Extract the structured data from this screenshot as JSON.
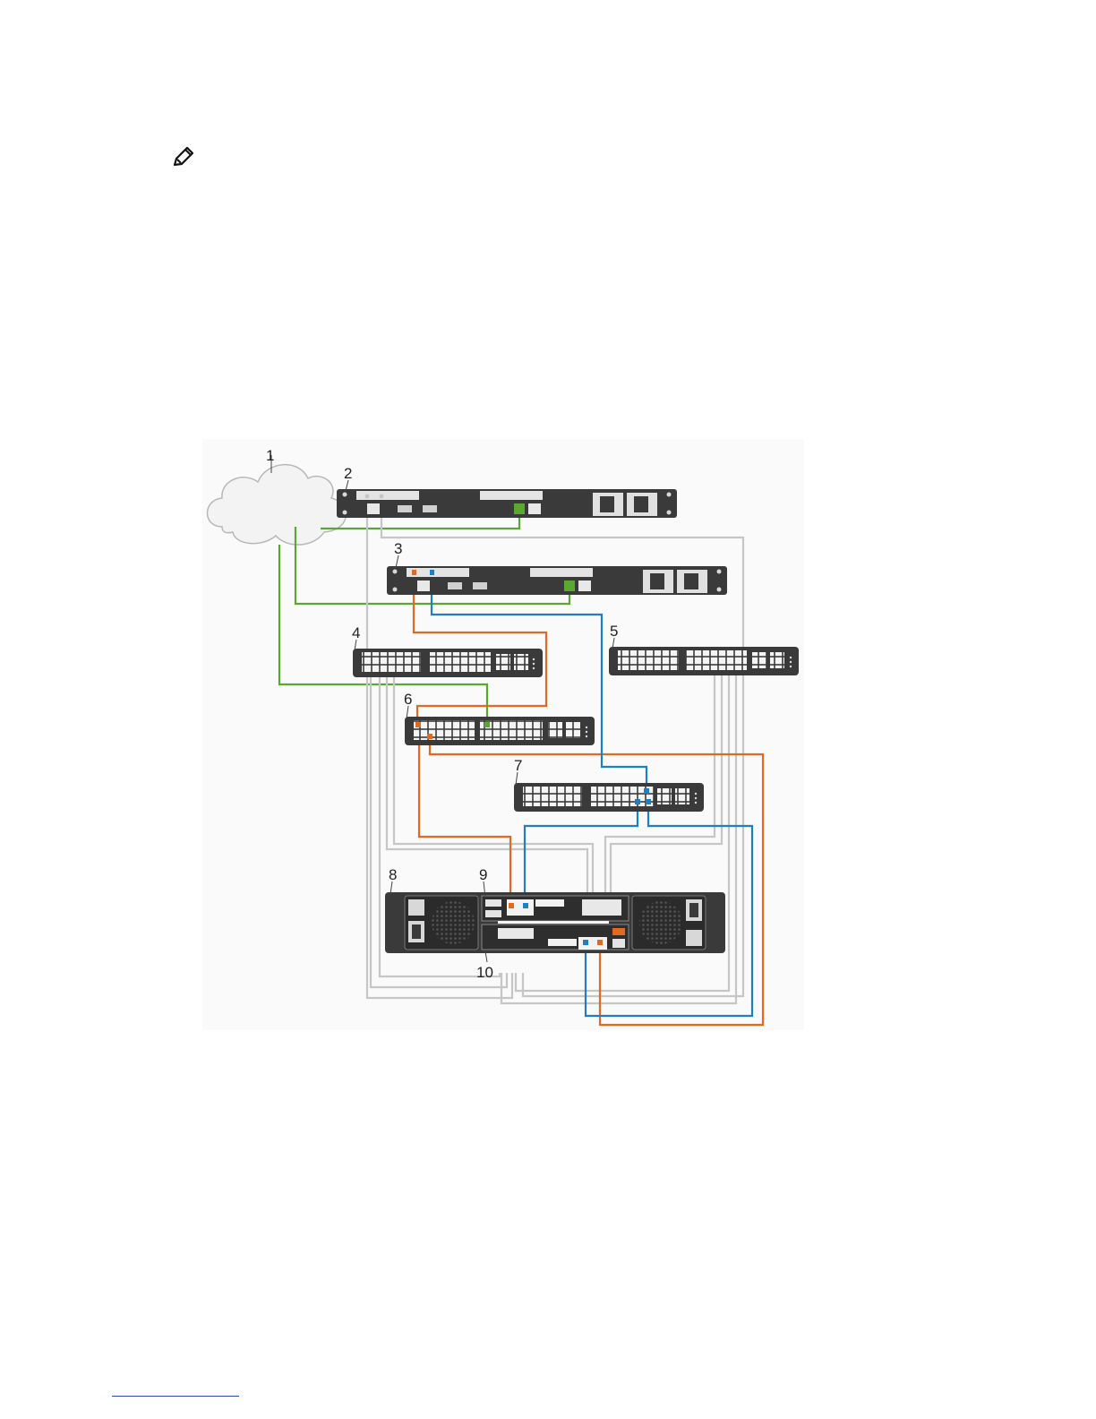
{
  "note": {
    "icon": "pencil-note-icon"
  },
  "diagram": {
    "callouts": [
      "1",
      "2",
      "3",
      "4",
      "5",
      "6",
      "7",
      "8",
      "9",
      "10"
    ],
    "cable_colors": {
      "management": "#5aa832",
      "orange": "#e06a1e",
      "blue": "#1f7fc4",
      "gray": "#c2c2c2"
    },
    "device_color": "#3a3a3a",
    "icons": {
      "cloud": "network-cloud-icon",
      "server": "rack-server-icon",
      "switch": "network-switch-icon",
      "storage": "storage-array-icon"
    }
  }
}
